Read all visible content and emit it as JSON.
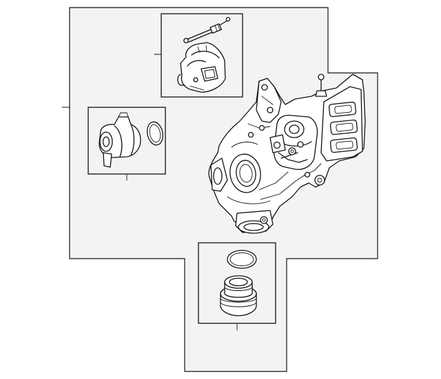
{
  "diagram": {
    "kind": "exploded parts diagram",
    "background_color": "#ffffff",
    "frame_fill_color": "#f3f3f3",
    "line_color": "#111111",
    "components": [
      "turbocharger-assembly",
      "actuator-link-rod",
      "wastegate-actuator",
      "coolant-pump-housing",
      "o-ring-seal-left",
      "o-ring-seal-bottom",
      "connector-fitting"
    ]
  }
}
